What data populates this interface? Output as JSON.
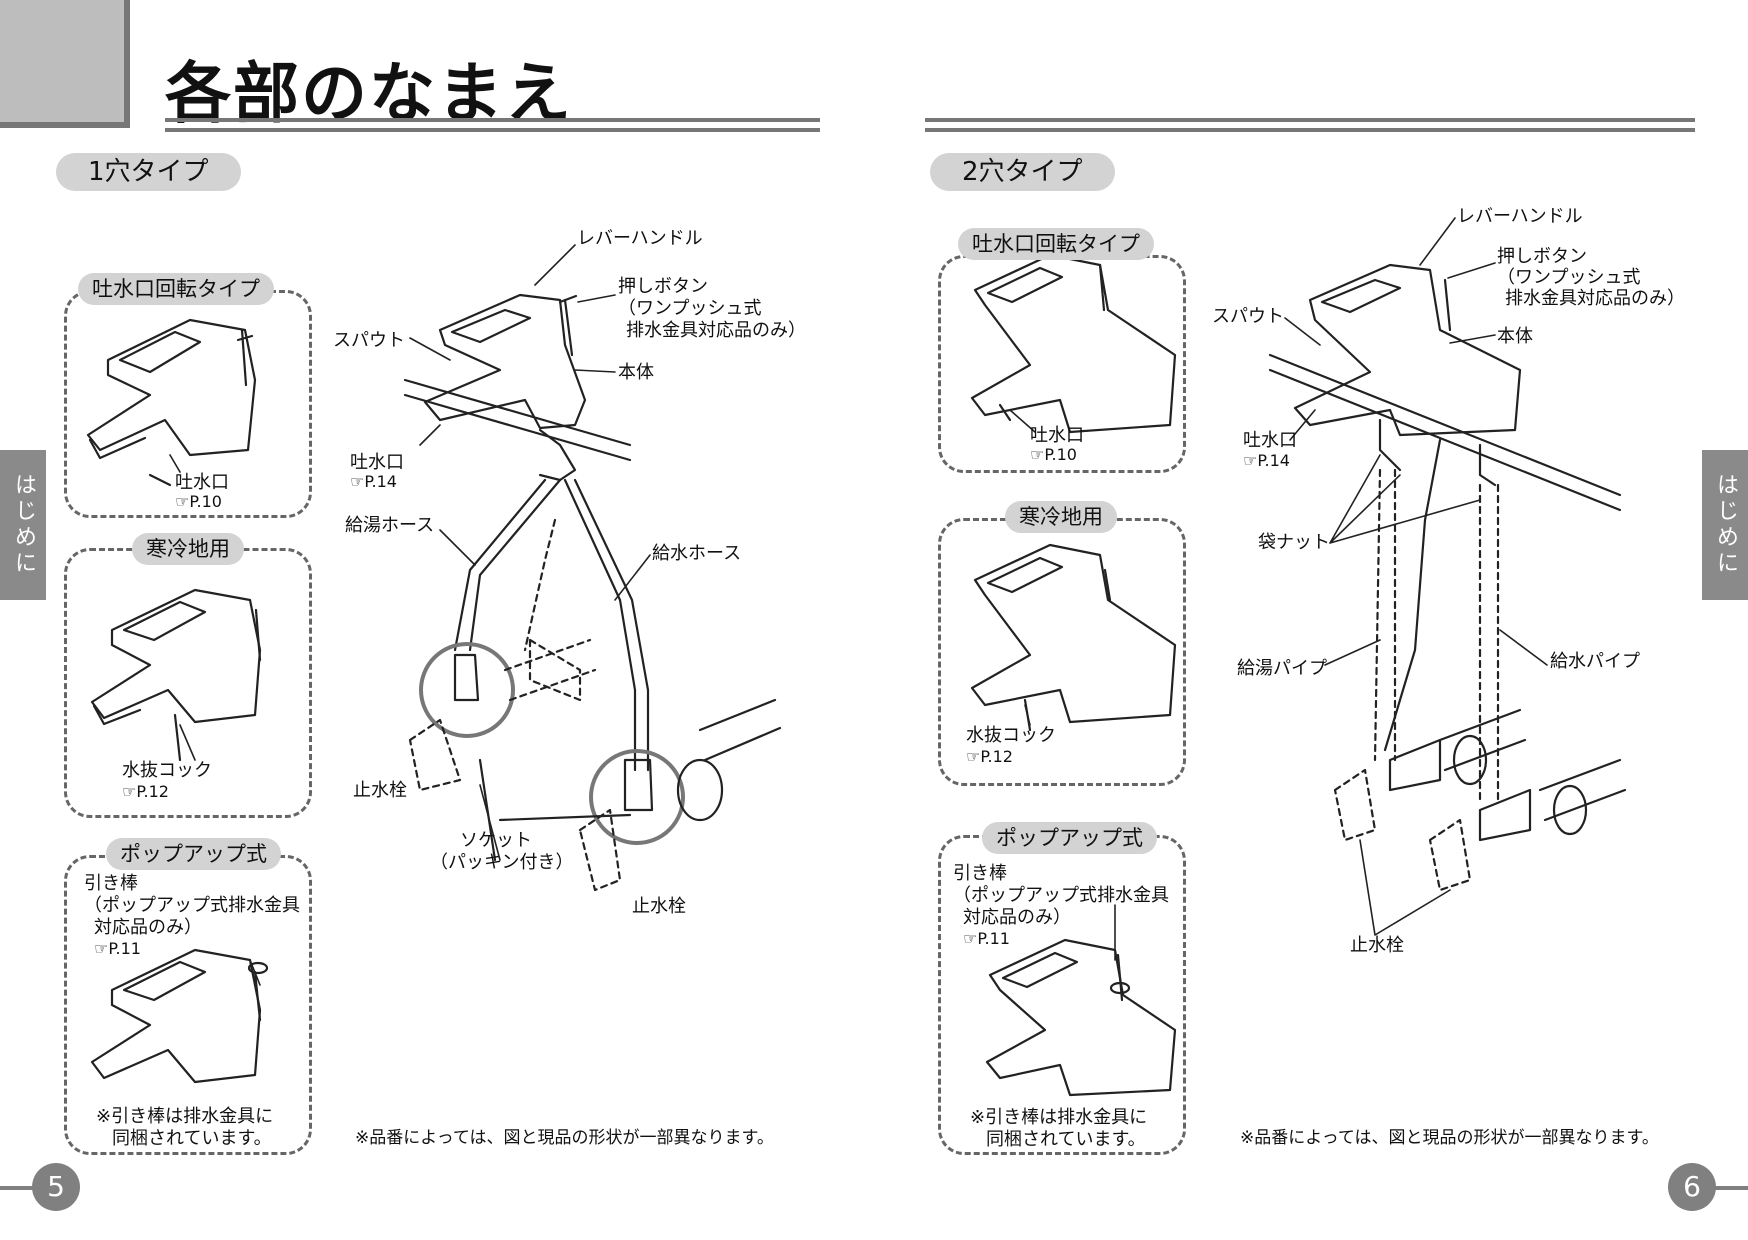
{
  "page_title": "各部のなまえ",
  "side_tab": "はじめに",
  "left": {
    "type_label": "1穴タイプ",
    "boxes": {
      "spout_rotate": {
        "title": "吐水口回転タイプ",
        "label": "吐水口",
        "ref": "P.10"
      },
      "cold_region": {
        "title": "寒冷地用",
        "label": "水抜コック",
        "ref": "P.12"
      },
      "popup": {
        "title": "ポップアップ式",
        "label1": "引き棒",
        "label2": "（ポップアップ式排水金具",
        "label3": "対応品のみ）",
        "ref": "P.11",
        "note1": "※引き棒は排水金具に",
        "note2": "同梱されています。"
      }
    },
    "main": {
      "lever": "レバーハンドル",
      "button1": "押しボタン",
      "button2": "（ワンプッシュ式",
      "button3": "排水金具対応品のみ）",
      "spout": "スパウト",
      "body": "本体",
      "outlet": "吐水口",
      "outlet_ref": "P.14",
      "hot_hose": "給湯ホース",
      "cold_hose": "給水ホース",
      "stop_valve_left": "止水栓",
      "stop_valve_right": "止水栓",
      "socket1": "ソケット",
      "socket2": "（パッキン付き）"
    },
    "note": "※品番によっては、図と現品の形状が一部異なります。",
    "page_number": "5"
  },
  "right": {
    "type_label": "2穴タイプ",
    "boxes": {
      "spout_rotate": {
        "title": "吐水口回転タイプ",
        "label": "吐水口",
        "ref": "P.10"
      },
      "cold_region": {
        "title": "寒冷地用",
        "label": "水抜コック",
        "ref": "P.12"
      },
      "popup": {
        "title": "ポップアップ式",
        "label1": "引き棒",
        "label2": "（ポップアップ式排水金具",
        "label3": "対応品のみ）",
        "ref": "P.11",
        "note1": "※引き棒は排水金具に",
        "note2": "同梱されています。"
      }
    },
    "main": {
      "lever": "レバーハンドル",
      "button1": "押しボタン",
      "button2": "（ワンプッシュ式",
      "button3": "排水金具対応品のみ）",
      "spout": "スパウト",
      "body": "本体",
      "outlet": "吐水口",
      "outlet_ref": "P.14",
      "bag_nut": "袋ナット",
      "hot_pipe": "給湯パイプ",
      "cold_pipe": "給水パイプ",
      "stop_valve": "止水栓"
    },
    "note": "※品番によっては、図と現品の形状が一部異なります。",
    "page_number": "6"
  }
}
